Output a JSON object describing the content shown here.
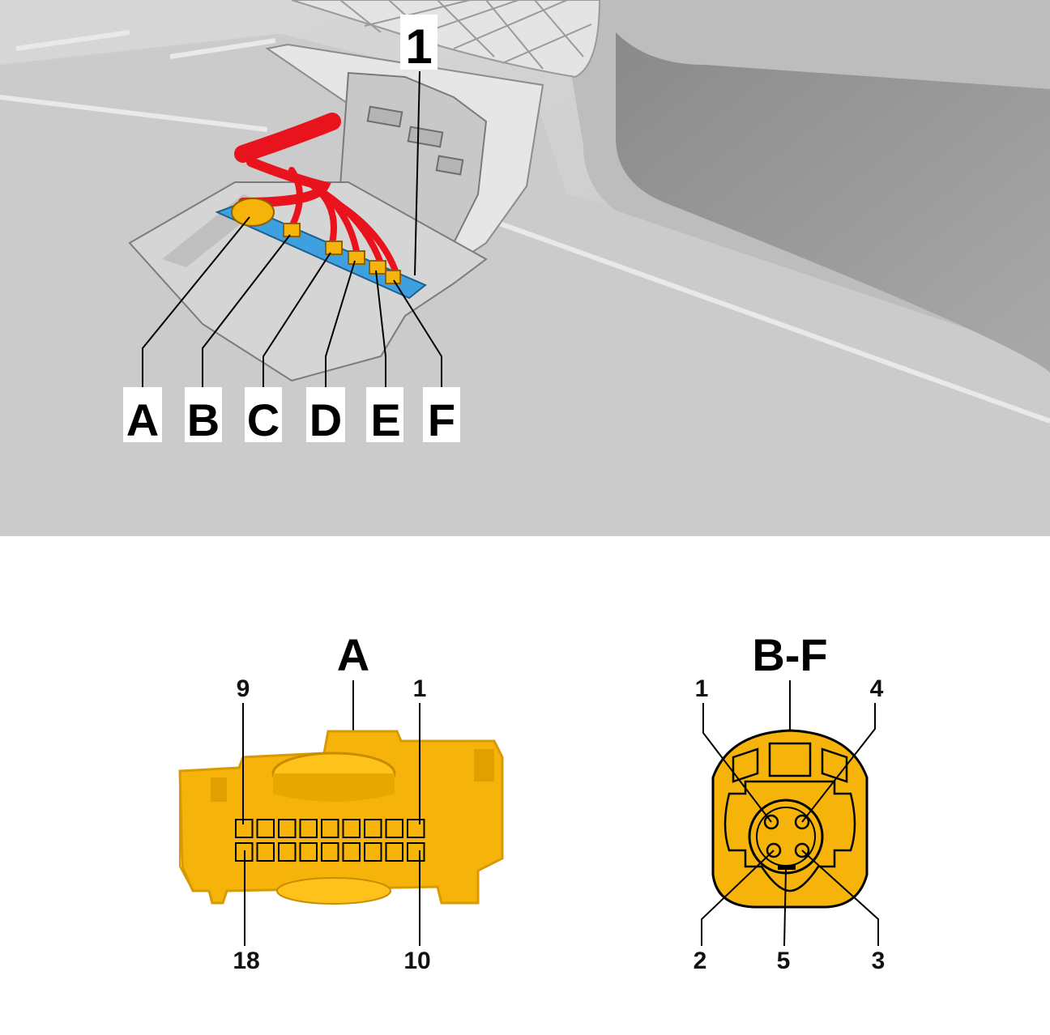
{
  "overview": {
    "callout_part": "1",
    "connector_labels": [
      "A",
      "B",
      "C",
      "D",
      "E",
      "F"
    ]
  },
  "connector_a": {
    "title": "A",
    "pin_top_left": "9",
    "pin_top_right": "1",
    "pin_bottom_left": "18",
    "pin_bottom_right": "10"
  },
  "connector_bf": {
    "title": "B-F",
    "pins": [
      "1",
      "4",
      "2",
      "5",
      "3"
    ]
  },
  "colors": {
    "connector": "#f6b40a",
    "connector_dark": "#c98c00",
    "harness": "#e8131c",
    "terminal_strip": "#3fa0e0",
    "background_gray": "#cdcdcd"
  }
}
